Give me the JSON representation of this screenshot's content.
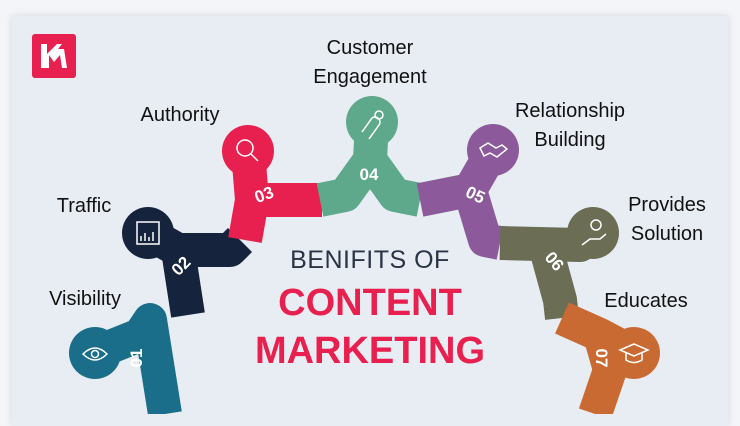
{
  "logo": {
    "text": "KM",
    "color": "#e8204f"
  },
  "title": {
    "line1": "BENIFITS OF",
    "line2": "CONTENT",
    "line3": "MARKETING",
    "accent": "#e8204f"
  },
  "steps": [
    {
      "number": "01",
      "label": "Visibility",
      "icon": "eye-icon",
      "color": "#1a6e8a"
    },
    {
      "number": "02",
      "label": "Traffic",
      "icon": "analytics-chart-icon",
      "color": "#16233d"
    },
    {
      "number": "03",
      "label": "Authority",
      "icon": "magnifier-chart-icon",
      "color": "#e8204f"
    },
    {
      "number": "04",
      "label": "Customer Engagement",
      "icon": "magnet-icon",
      "color": "#5ea88b"
    },
    {
      "number": "05",
      "label": "Relationship Building",
      "icon": "handshake-icon",
      "color": "#8c5a9a"
    },
    {
      "number": "06",
      "label": "Provides Solution",
      "icon": "lightbulb-hand-icon",
      "color": "#6b6e55"
    },
    {
      "number": "07",
      "label": "Educates",
      "icon": "graduation-cap-icon",
      "color": "#c96a33"
    }
  ]
}
